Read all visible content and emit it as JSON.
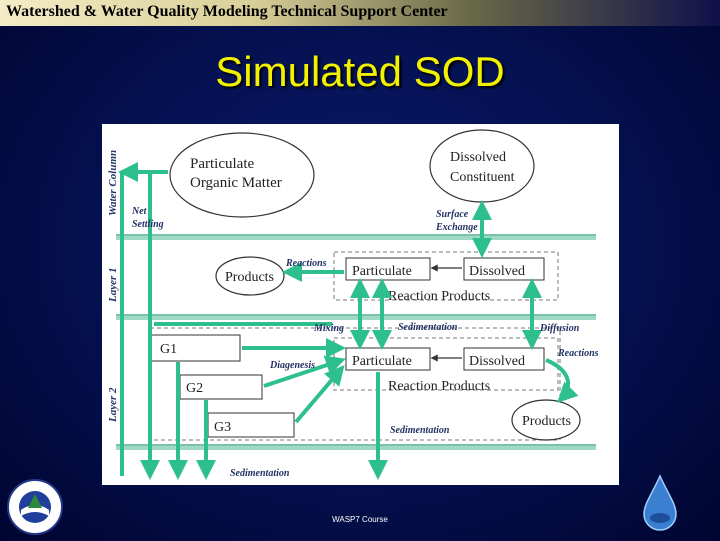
{
  "header": {
    "banner": "Watershed & Water Quality Modeling Technical Support Center"
  },
  "slide": {
    "title": "Simulated SOD",
    "footer": "WASP7 Course"
  },
  "diagram": {
    "water_column": "Water Column",
    "particulate_om_1": "Particulate",
    "particulate_om_2": "Organic Matter",
    "dissolved_1": "Dissolved",
    "dissolved_2": "Constituent",
    "net": "Net",
    "settling": "Settling",
    "surface": "Surface",
    "exchange": "Exchange",
    "reactions_1": "Reactions",
    "products_1": "Products",
    "particulate_1": "Particulate",
    "dissolved_box_1": "Dissolved",
    "reaction_products_1": "Reaction Products",
    "layer1": "Layer 1",
    "mixing": "Mixing",
    "sedimentation_1": "Sedimentation",
    "diffusion": "Diffusion",
    "g1": "G1",
    "g2": "G2",
    "g3": "G3",
    "diagenesis": "Diagenesis",
    "particulate_2": "Particulate",
    "dissolved_box_2": "Dissolved",
    "reaction_products_2": "Reaction Products",
    "reactions_2": "Reactions",
    "products_2": "Products",
    "layer2": "Layer 2",
    "sedimentation_2": "Sedimentation",
    "sedimentation_3": "Sedimentation"
  },
  "colors": {
    "arrow": "#2dbf8c",
    "title": "#f2f200",
    "band": "#9fd8c4"
  }
}
